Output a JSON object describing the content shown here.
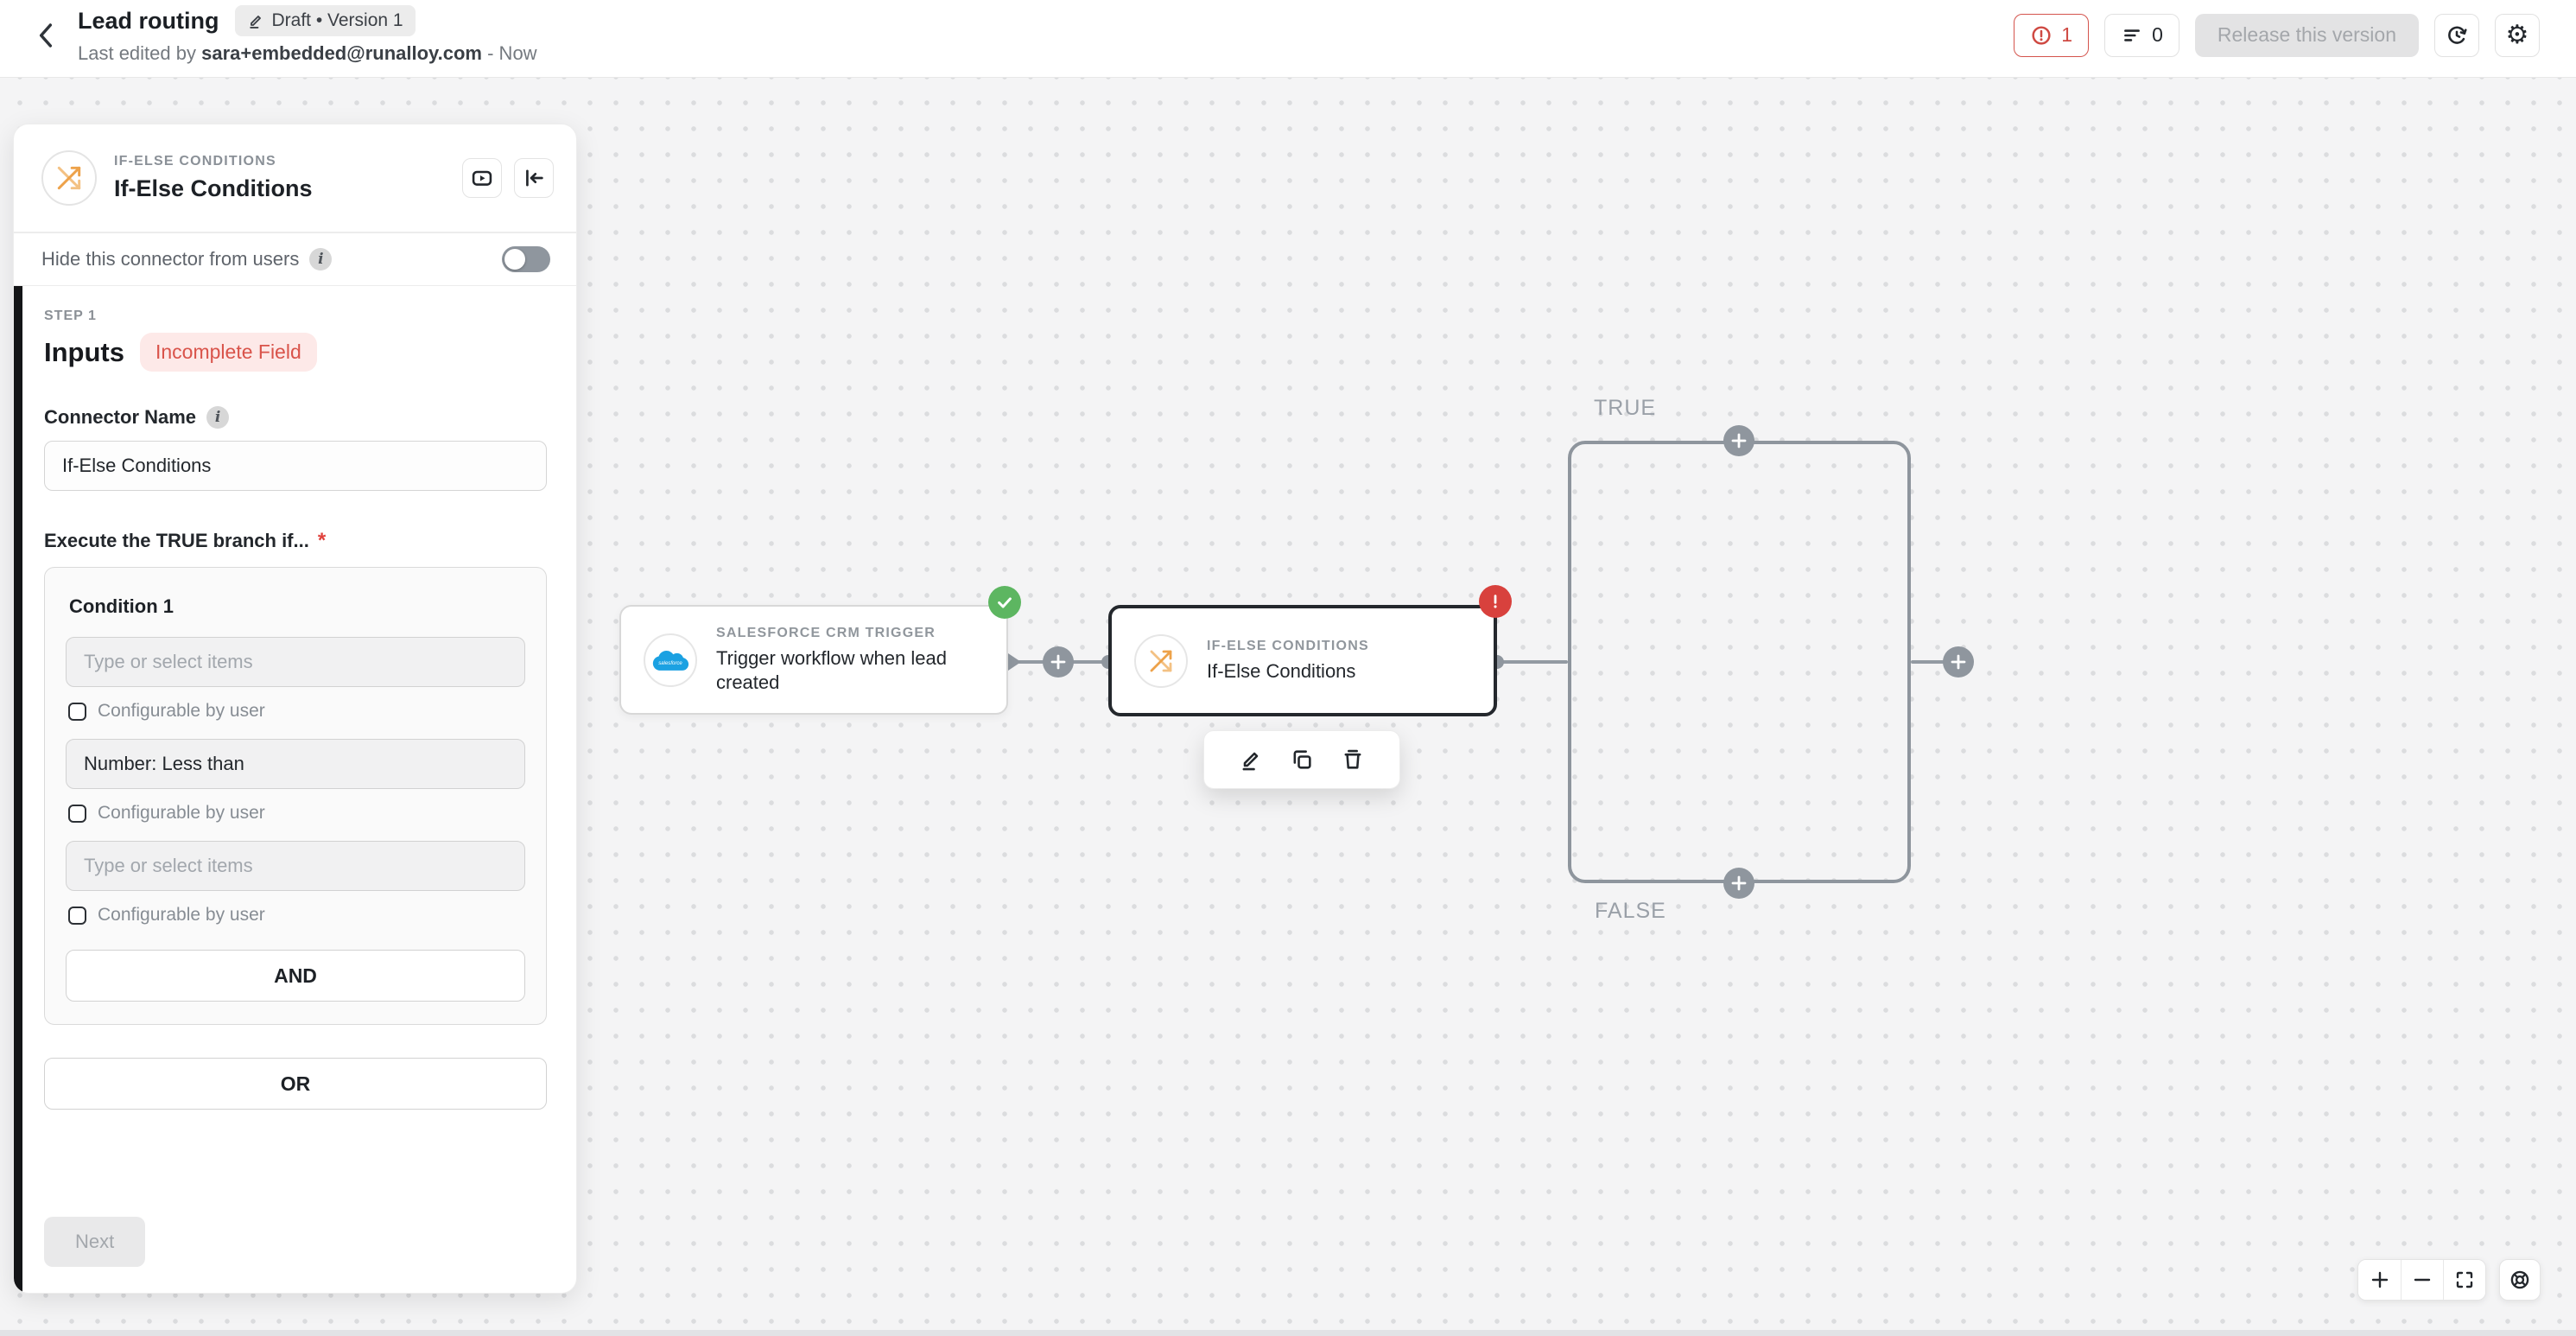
{
  "header": {
    "title": "Lead routing",
    "version_badge": "Draft • Version 1",
    "last_edited_prefix": "Last edited by ",
    "last_edited_user": "sara+embedded@runalloy.com",
    "last_edited_suffix": " - Now",
    "error_count": "1",
    "queue_count": "0",
    "release_button": "Release this version"
  },
  "panel": {
    "connector_type": "IF-ELSE CONDITIONS",
    "connector_title": "If-Else Conditions",
    "hide_label": "Hide this connector from users",
    "info_glyph": "i",
    "step_label": "STEP 1",
    "step_title": "Inputs",
    "step_badge": "Incomplete Field",
    "connector_name_label": "Connector Name",
    "connector_name_value": "If-Else Conditions",
    "execute_label": "Execute the TRUE branch if...",
    "required_mark": "*",
    "condition": {
      "title": "Condition 1",
      "input1_placeholder": "Type or select items",
      "operator_value": "Number: Less than",
      "input2_placeholder": "Type or select items",
      "configurable_label": "Configurable by user",
      "and_button": "AND"
    },
    "or_button": "OR",
    "next_button": "Next"
  },
  "canvas": {
    "trigger_node": {
      "type": "SALESFORCE CRM TRIGGER",
      "title": "Trigger workflow when lead created",
      "logo_text": "salesforce"
    },
    "condition_node": {
      "type": "IF-ELSE CONDITIONS",
      "title": "If-Else Conditions"
    },
    "true_label": "TRUE",
    "false_label": "FALSE"
  },
  "colors": {
    "error_red": "#d8413d",
    "success_green": "#5db661",
    "branch_orange": "#eda24a",
    "salesforce_blue": "#1ba1e2",
    "line_gray": "#8f969e",
    "canvas_bg": "#f4f4f5"
  }
}
